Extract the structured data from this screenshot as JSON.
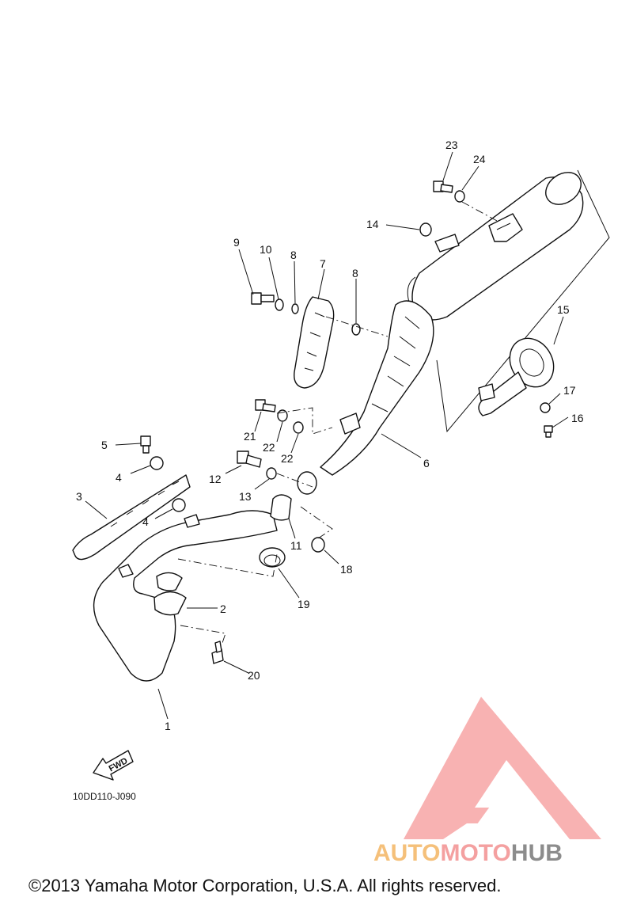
{
  "diagram": {
    "callouts": [
      "1",
      "2",
      "3",
      "4",
      "4",
      "5",
      "6",
      "7",
      "8",
      "8",
      "9",
      "10",
      "11",
      "12",
      "13",
      "14",
      "15",
      "16",
      "17",
      "18",
      "19",
      "20",
      "21",
      "22",
      "22",
      "23",
      "24"
    ],
    "drawing_code": "10DD110-J090",
    "fwd_label": "FWD",
    "copyright": "©2013 Yamaha Motor Corporation, U.S.A. All rights reserved.",
    "watermark": {
      "brand_part1": "AUTO",
      "brand_part2": "MOTO",
      "brand_part3": "HUB",
      "colors": {
        "auto": "#f5c07a",
        "moto": "#f4a0a0",
        "hub": "#8c8c8c",
        "logo": "#f7a5a5"
      }
    }
  }
}
